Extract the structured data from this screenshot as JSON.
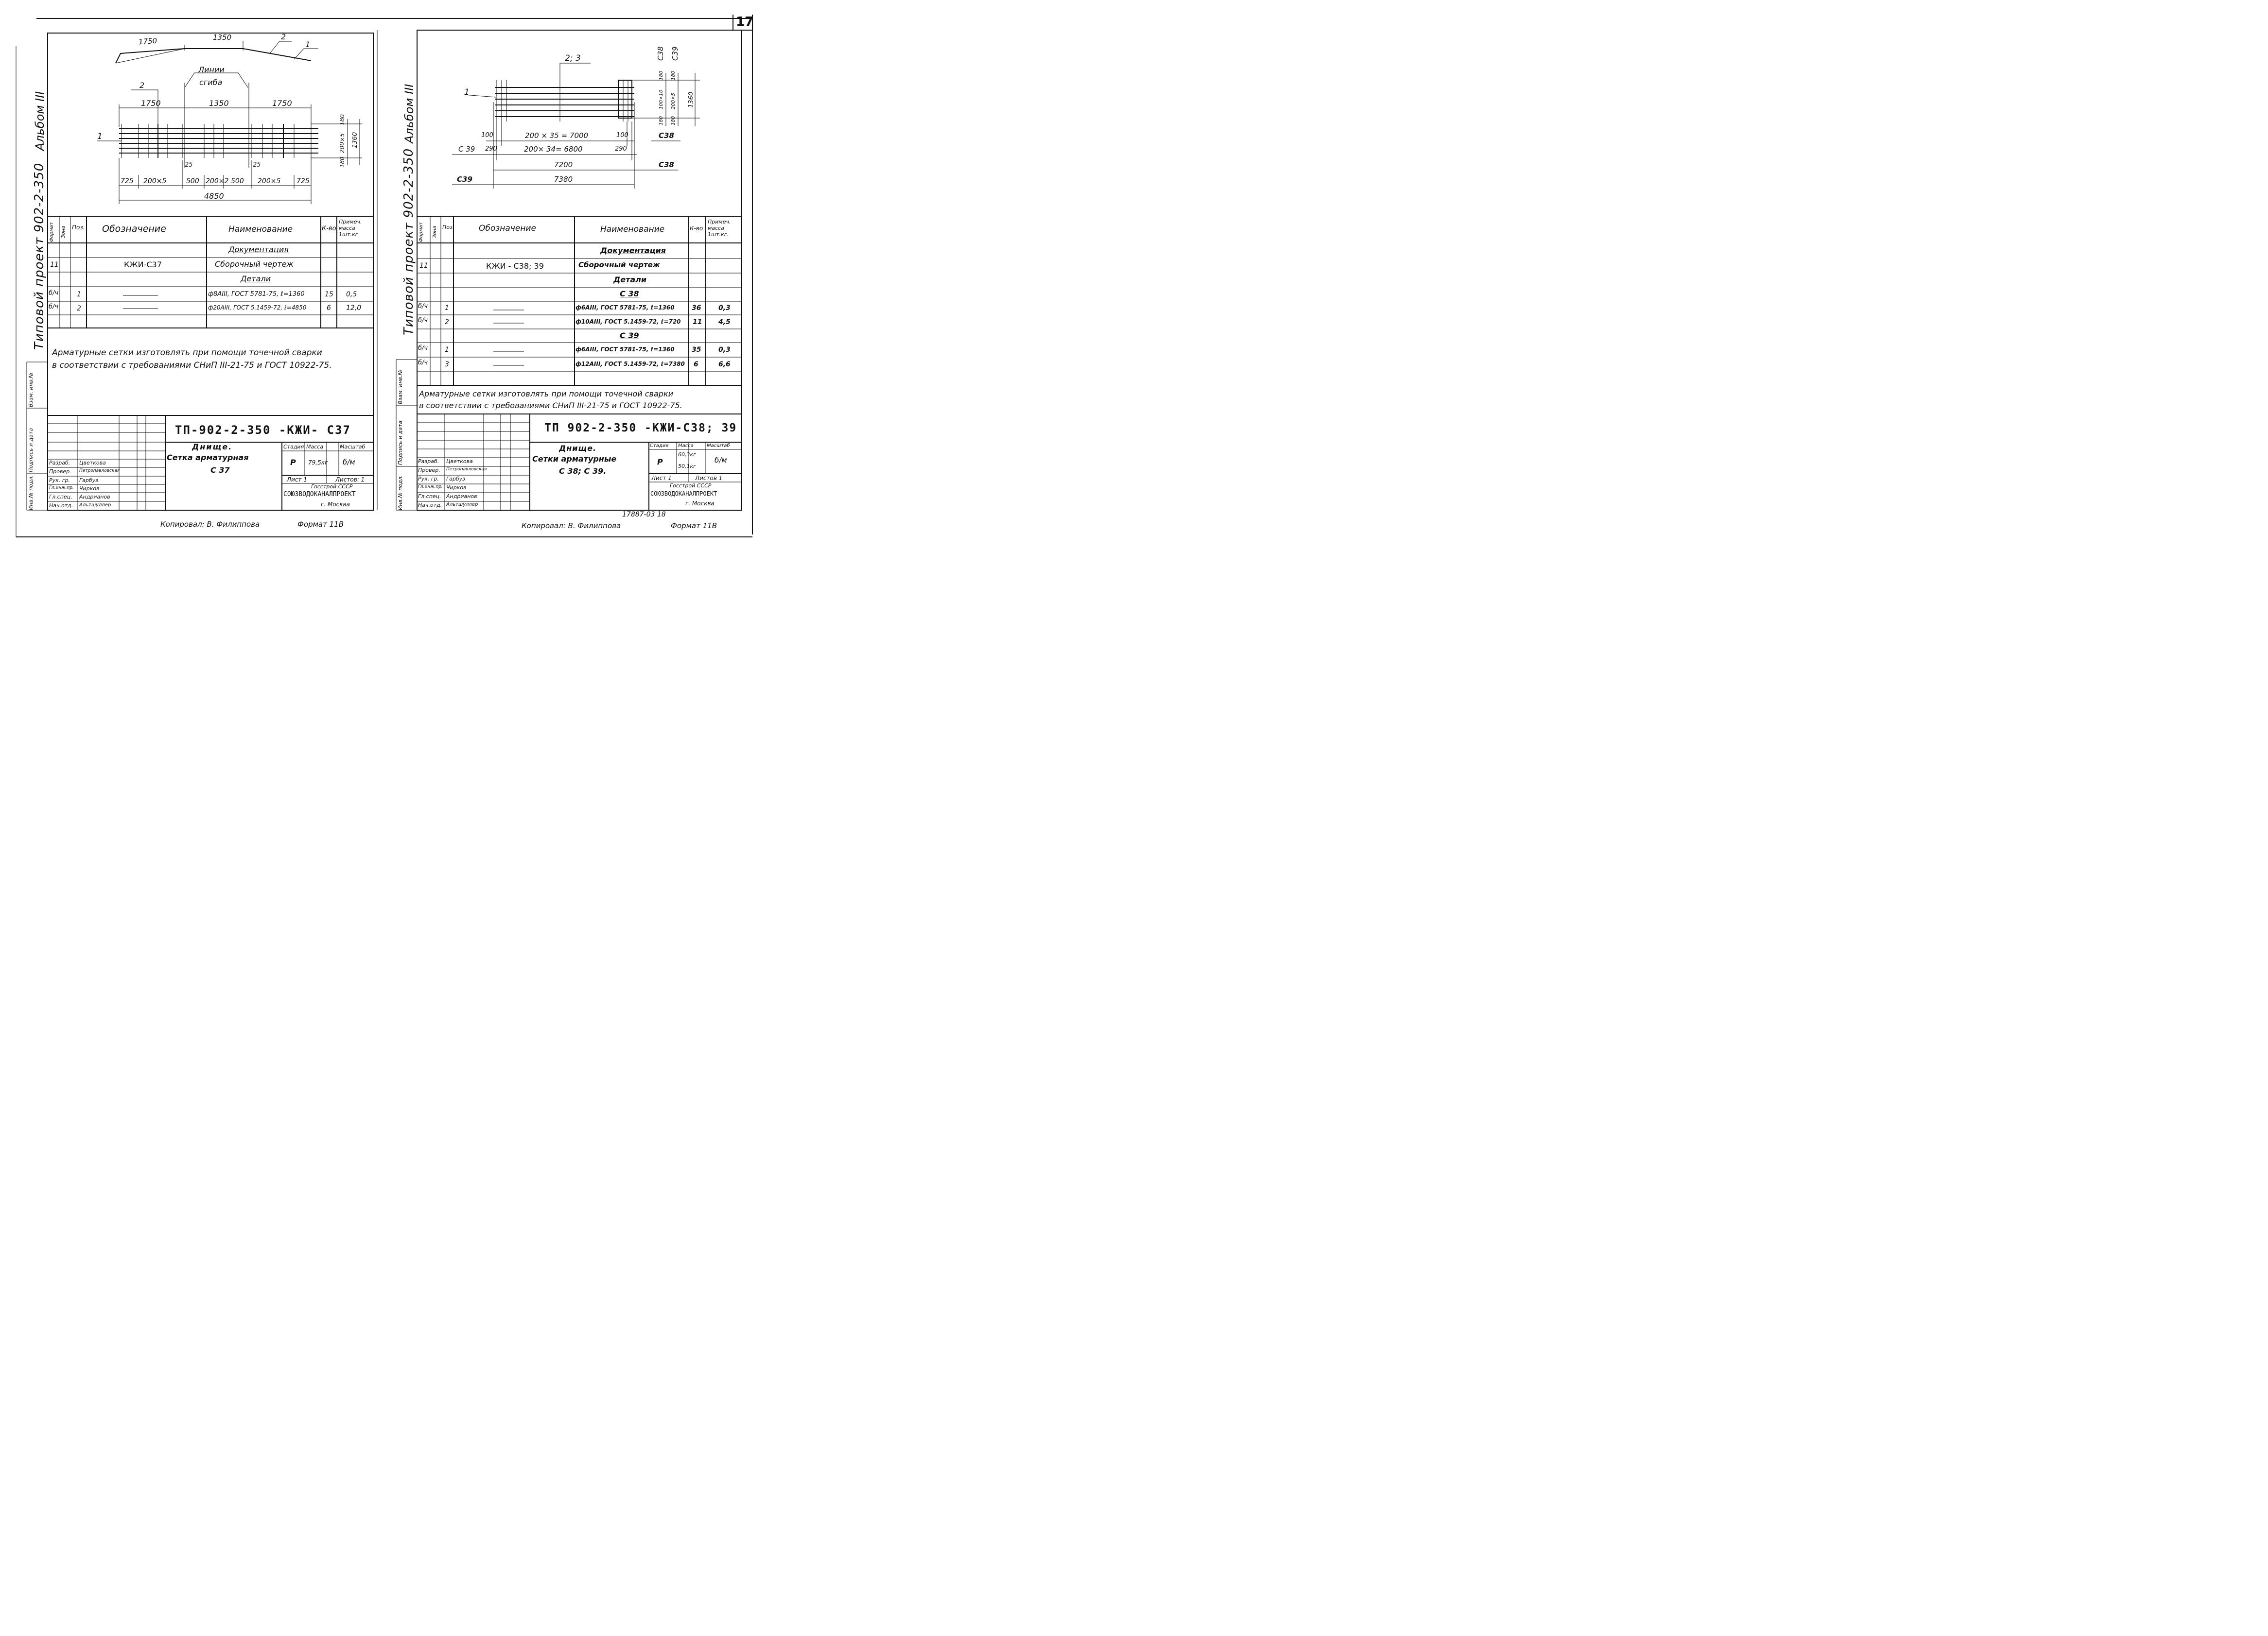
{
  "sheet_number": "17",
  "left": {
    "album": "Альбом III",
    "project": "Типовой проект 902-2-350",
    "profile": {
      "seg1": "1750",
      "seg2": "1350",
      "label2": "2",
      "label1": "1"
    },
    "plan": {
      "bend_lines": [
        "Линии",
        "сгиба"
      ],
      "callout_2": "2",
      "callout_1": "1",
      "top_dims": [
        "1750",
        "1350",
        "1750"
      ],
      "right_dims": [
        "180",
        "200×5",
        "180",
        "1360"
      ],
      "small_dims": [
        "25",
        "25"
      ],
      "bottom_dims": [
        "725",
        "200×5",
        "500",
        "200×2",
        "500",
        "200×5",
        "725"
      ],
      "total": "4850"
    },
    "table": {
      "headers": {
        "format": "Формат",
        "zone": "Зона",
        "pos": "Поз.",
        "designation": "Обозначение",
        "name": "Наименование",
        "qty": "К-во",
        "note": "Примеч. масса 1шт.кг"
      },
      "section_docs": "Документация",
      "doc_row": {
        "format": "11",
        "designation": "КЖИ-С37",
        "name": "Сборочный чертеж"
      },
      "section_parts": "Детали",
      "rows": [
        {
          "format": "б/ч",
          "pos": "1",
          "name": "ф8АIII, ГОСТ 5781-75, ℓ=1360",
          "qty": "15",
          "note": "0,5"
        },
        {
          "format": "б/ч",
          "pos": "2",
          "name": "ф20АIII, ГОСТ 5.1459-72, ℓ=4850",
          "qty": "6",
          "note": "12,0"
        }
      ]
    },
    "note_line1": "Арматурные сетки изготовлять при помощи точечной сварки",
    "note_line2": "в соответствии с требованиями СНиП III-21-75 и ГОСТ 10922-75.",
    "title": {
      "code": "ТП-902-2-350 -КЖИ- С37",
      "name1": "Днище.",
      "name2": "Сетка арматурная",
      "name3": "С 37",
      "stage_h": "Стадия",
      "mass_h": "Масса",
      "scale_h": "Масштаб",
      "stage": "Р",
      "mass": "79,5кг",
      "scale": "б/м",
      "sheet": "Лист 1",
      "sheets": "Листов: 1",
      "org1": "Госстрой СССР",
      "org2": "СОЮЗВОДОКАНАЛПРОЕКТ",
      "org3": "г. Москва",
      "people": [
        [
          "Разраб.",
          "Цветкова"
        ],
        [
          "Провер.",
          "Петропавловская"
        ],
        [
          "Рук. гр.",
          "Гарбуз"
        ],
        [
          "Гл.инж.пр.",
          "Чирков"
        ],
        [
          "Гл.спец.",
          "Андрианов"
        ],
        [
          "Нач.отд.",
          "Альтшуллер"
        ]
      ]
    },
    "side": [
      "Инв.№ подл.",
      "Подпись и дата",
      "Взам. инв.№"
    ],
    "copied": "Копировал: В. Филиппова",
    "format": "Формат 11В"
  },
  "right": {
    "album": "Альбом III",
    "project": "Типовой проект 902-2-350",
    "plan": {
      "callout_23": "2; 3",
      "callout_1": "1",
      "right_labels": [
        "С38",
        "С39"
      ],
      "right_dims_38": [
        "180",
        "100×10",
        "180"
      ],
      "right_dims_39": [
        "180",
        "200×5",
        "180"
      ],
      "h": "1360",
      "row1": {
        "l": "100",
        "m": "200 × 35 = 7000",
        "r": "100",
        "tag": "С38"
      },
      "row2": {
        "tag": "С 39",
        "l": "290",
        "m": "200× 34= 6800",
        "r": "290"
      },
      "row3": {
        "m": "7200",
        "tag": "С38"
      },
      "row4": {
        "tag": "С39",
        "m": "7380"
      }
    },
    "table": {
      "headers": {
        "format": "Формат",
        "zone": "Зона",
        "pos": "Поз.",
        "designation": "Обозначение",
        "name": "Наименование",
        "qty": "К-во",
        "note": "Примеч. масса 1шт.кг."
      },
      "section_docs": "Документация",
      "doc_row": {
        "format": "11",
        "designation": "КЖИ - С38; 39",
        "name": "Сборочный чертеж"
      },
      "section_parts": "Детали",
      "sub1": "С 38",
      "rows1": [
        {
          "format": "б/ч",
          "pos": "1",
          "name": "ф6АIII, ГОСТ 5781-75, ℓ=1360",
          "qty": "36",
          "note": "0,3"
        },
        {
          "format": "б/ч",
          "pos": "2",
          "name": "ф10АIII, ГОСТ 5.1459-72, ℓ=720",
          "qty": "11",
          "note": "4,5"
        }
      ],
      "sub2": "С 39",
      "rows2": [
        {
          "format": "б/ч",
          "pos": "1",
          "name": "ф6АIII, ГОСТ 5781-75, ℓ=1360",
          "qty": "35",
          "note": "0,3"
        },
        {
          "format": "б/ч",
          "pos": "3",
          "name": "ф12АIII, ГОСТ 5.1459-72, ℓ=7380",
          "qty": "6",
          "note": "6,6"
        }
      ]
    },
    "note_line1": "Арматурные сетки изготовлять при помощи точечной сварки",
    "note_line2": "в соответствии с требованиями СНиП III-21-75 и ГОСТ 10922-75.",
    "title": {
      "code": "ТП 902-2-350 -КЖИ-С38; 39",
      "name1": "Днище.",
      "name2": "Сетки арматурные",
      "name3": "С 38;  С 39.",
      "stage_h": "Стадия",
      "mass_h": "Масса",
      "scale_h": "Масштаб",
      "stage": "Р",
      "mass1": "60,3кг",
      "mass2": "50,1кг",
      "scale": "б/м",
      "sheet": "Лист 1",
      "sheets": "Листов 1",
      "org1": "Госстрой СССР",
      "org2": "СОЮЗВОДОКАНАЛПРОЕКТ",
      "org3": "г. Москва",
      "people": [
        [
          "Разраб.",
          "Цветкова"
        ],
        [
          "Провер.",
          "Петропавловская"
        ],
        [
          "Рук. гр.",
          "Гарбуз"
        ],
        [
          "Гл.инж.пр.",
          "Чирков"
        ],
        [
          "Гл.спец.",
          "Андрианов"
        ],
        [
          "Нач.отд.",
          "Альтшуллер"
        ]
      ]
    },
    "side": [
      "Инв.№ подл.",
      "Подпись и дата",
      "Взам. инв.№"
    ],
    "stamp": "17887-03 18",
    "copied": "Копировал: В. Филиппова",
    "format": "Формат 11В"
  }
}
